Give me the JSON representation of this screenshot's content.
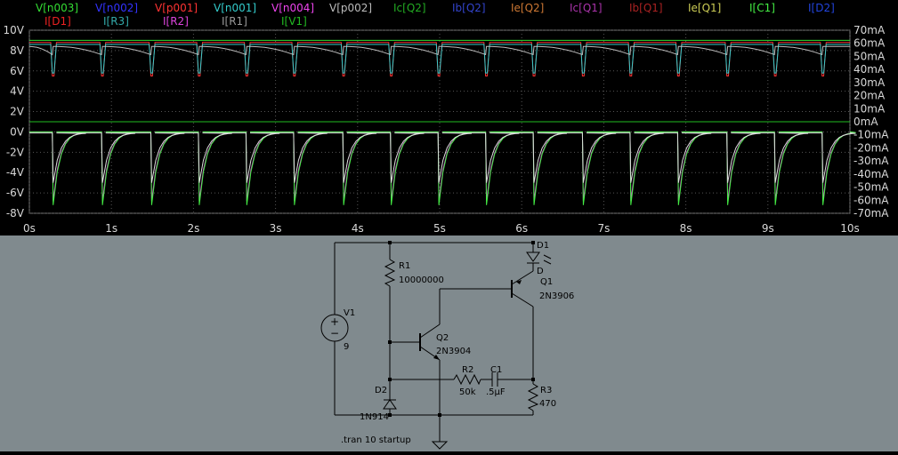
{
  "legend": [
    {
      "label": "V[n003]",
      "color": "#33dd33"
    },
    {
      "label": "V[n002]",
      "color": "#3333ff"
    },
    {
      "label": "V[p001]",
      "color": "#ff3333"
    },
    {
      "label": "V[n001]",
      "color": "#33cccc"
    },
    {
      "label": "V[n004]",
      "color": "#ee44ee"
    },
    {
      "label": "V[p002]",
      "color": "#bbbbbb"
    },
    {
      "label": "Ic[Q2]",
      "color": "#22aa22"
    },
    {
      "label": "Ib[Q2]",
      "color": "#3344cc"
    },
    {
      "label": "Ie[Q2]",
      "color": "#cc7733"
    },
    {
      "label": "Ic[Q1]",
      "color": "#aa33aa"
    },
    {
      "label": "Ib[Q1]",
      "color": "#aa2222"
    },
    {
      "label": "Ie[Q1]",
      "color": "#cccc55"
    },
    {
      "label": "I[C1]",
      "color": "#44ee44"
    },
    {
      "label": "I[D2]",
      "color": "#2244dd"
    },
    {
      "label": "I[D1]",
      "color": "#ee2222"
    },
    {
      "label": "I[R3]",
      "color": "#33aaaa"
    },
    {
      "label": "I[R2]",
      "color": "#dd44dd"
    },
    {
      "label": "I[R1]",
      "color": "#999999"
    },
    {
      "label": "I[V1]",
      "color": "#22bb22"
    }
  ],
  "chart_data": {
    "type": "line",
    "x_ticks": [
      "0s",
      "1s",
      "2s",
      "3s",
      "4s",
      "5s",
      "6s",
      "7s",
      "8s",
      "9s",
      "10s"
    ],
    "xlim": [
      0,
      10
    ],
    "y_left_ticks": [
      "10V",
      "8V",
      "6V",
      "4V",
      "2V",
      "0V",
      "-2V",
      "-4V",
      "-6V",
      "-8V"
    ],
    "ylim_left": [
      -8,
      10
    ],
    "y_right_ticks": [
      "70mA",
      "60mA",
      "50mA",
      "40mA",
      "30mA",
      "20mA",
      "10mA",
      "0mA",
      "-10mA",
      "-20mA",
      "-30mA",
      "-40mA",
      "-50mA",
      "-60mA",
      "-70mA"
    ],
    "ylim_right": [
      -70,
      70
    ],
    "pulse_times": [
      0.28,
      0.88,
      1.48,
      2.06,
      2.64,
      3.22,
      3.82,
      4.4,
      4.98,
      5.56,
      6.14,
      6.74,
      7.32,
      7.9,
      8.5,
      9.08,
      9.66
    ],
    "series": [
      {
        "name": "V[n003]",
        "color": "#33dd33",
        "desc": "supply",
        "level": 9
      },
      {
        "name": "V[p001]",
        "color": "#ff3333",
        "shape": "dip",
        "high": 8.8,
        "low": 5.5
      },
      {
        "name": "V[n001]",
        "color": "#33cccc",
        "shape": "dip",
        "high": 8.6,
        "low": 5.8
      },
      {
        "name": "V[p002]",
        "color": "#bbbbbb",
        "shape": "droop",
        "high": 8.4,
        "low": 7.6
      },
      {
        "name": "I[V1]",
        "color": "#22bb22",
        "level": 1
      },
      {
        "name": "V[n004]",
        "color": "#ee44ee",
        "shape": "spike",
        "base": 0,
        "peak": -6.8
      },
      {
        "name": "I[C1]",
        "color": "#44ee44",
        "shape": "spike",
        "base": 0,
        "peak": -7.2
      },
      {
        "name": "I[R2]",
        "color": "#dddddd",
        "shape": "spike",
        "base": -0.1,
        "peak": -5
      }
    ]
  },
  "schematic": {
    "components": [
      {
        "id": "D1",
        "label": "D1",
        "value": ""
      },
      {
        "id": "R1",
        "label": "R1",
        "value": "10000000"
      },
      {
        "id": "Q1",
        "label": "Q1",
        "value": "2N3906"
      },
      {
        "id": "V1",
        "label": "V1",
        "value": "9"
      },
      {
        "id": "Q2",
        "label": "Q2",
        "value": "2N3904"
      },
      {
        "id": "R2",
        "label": "R2",
        "value": "50k"
      },
      {
        "id": "C1",
        "label": "C1",
        "value": ".5µF"
      },
      {
        "id": "R3",
        "label": "R3",
        "value": "470"
      },
      {
        "id": "D2",
        "label": "D2",
        "value": "1N914"
      }
    ],
    "d1_pin": "D",
    "directive": ".tran 10 startup"
  }
}
